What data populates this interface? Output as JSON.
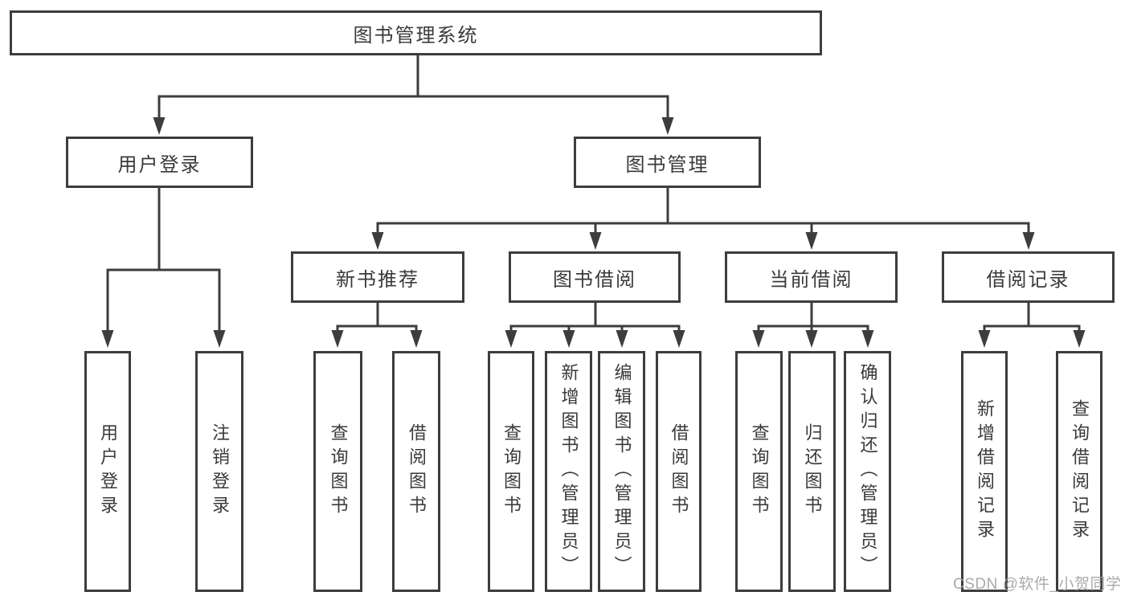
{
  "tree": {
    "root": {
      "label": "图书管理系统"
    },
    "level2": [
      {
        "id": "user-login",
        "label": "用户登录",
        "parent": "图书管理系统"
      },
      {
        "id": "book-management",
        "label": "图书管理",
        "parent": "图书管理系统"
      }
    ],
    "level3": [
      {
        "id": "new-book-recommend",
        "label": "新书推荐",
        "parent": "图书管理"
      },
      {
        "id": "book-borrow",
        "label": "图书借阅",
        "parent": "图书管理"
      },
      {
        "id": "current-borrow",
        "label": "当前借阅",
        "parent": "图书管理"
      },
      {
        "id": "borrow-records",
        "label": "借阅记录",
        "parent": "图书管理"
      }
    ],
    "leaves": [
      {
        "label": "用户登录",
        "parent": "用户登录"
      },
      {
        "label": "注销登录",
        "parent": "用户登录"
      },
      {
        "label": "查询图书",
        "parent": "新书推荐"
      },
      {
        "label": "借阅图书",
        "parent": "新书推荐"
      },
      {
        "label": "查询图书",
        "parent": "图书借阅"
      },
      {
        "label": "新增图书（管理员）",
        "parent": "图书借阅"
      },
      {
        "label": "编辑图书（管理员）",
        "parent": "图书借阅"
      },
      {
        "label": "借阅图书",
        "parent": "图书借阅"
      },
      {
        "label": "查询图书",
        "parent": "当前借阅"
      },
      {
        "label": "归还图书",
        "parent": "当前借阅"
      },
      {
        "label": "确认归还（管理员）",
        "parent": "当前借阅"
      },
      {
        "label": "新增借阅记录",
        "parent": "借阅记录"
      },
      {
        "label": "查询借阅记录",
        "parent": "借阅记录"
      }
    ]
  },
  "watermark": "CSDN @软件_小贺同学",
  "colors": {
    "line": "#3d3d3d",
    "box_border": "#3d3d3d",
    "box_background": "#ffffff",
    "text": "#3a3a3a",
    "watermark": "#a3a3a3"
  }
}
